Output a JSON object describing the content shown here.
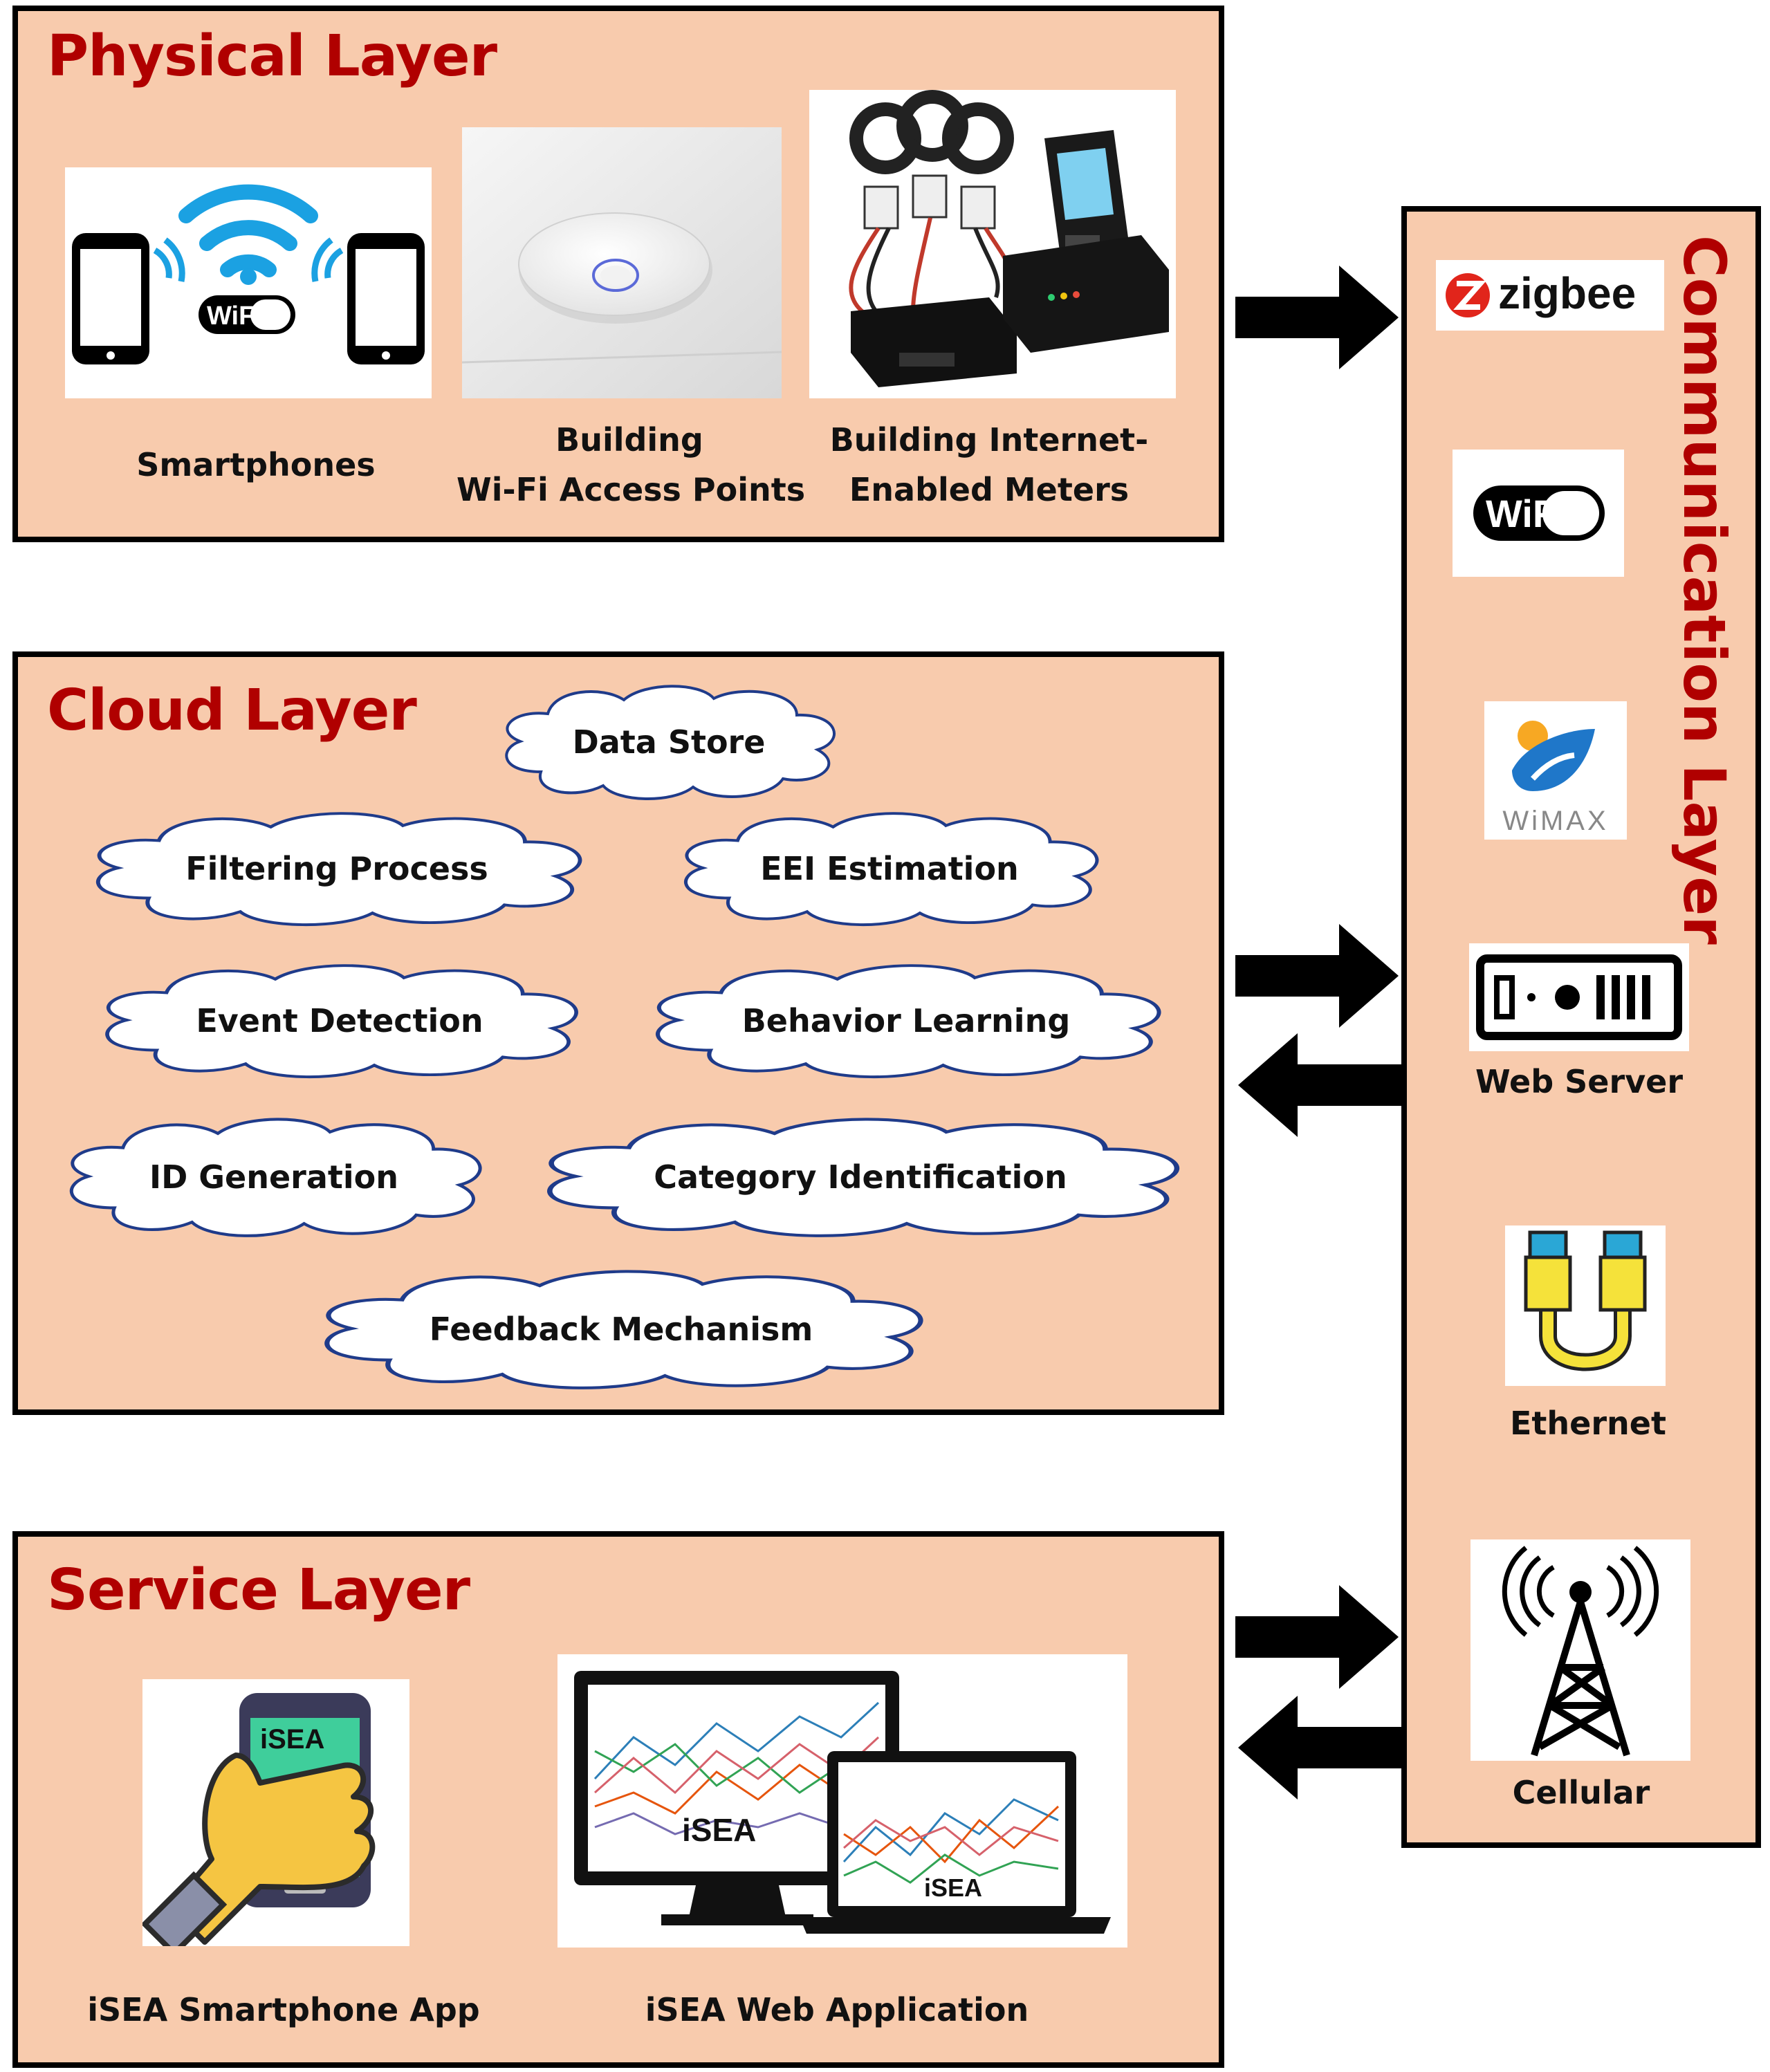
{
  "physical_layer": {
    "title": "Physical Layer",
    "items": [
      {
        "label_lines": [
          "Smartphones"
        ],
        "icon": "smartphones-wifi-icon"
      },
      {
        "label_lines": [
          "Building",
          "Wi-Fi Access Points"
        ],
        "icon": "wifi-access-point-icon"
      },
      {
        "label_lines": [
          "Building Internet-",
          "Enabled Meters"
        ],
        "icon": "energy-meter-icon"
      }
    ],
    "wifi_logo": "WiFi"
  },
  "cloud_layer": {
    "title": "Cloud Layer",
    "processes": [
      "Data Store",
      "Filtering Process",
      "EEI Estimation",
      "Event Detection",
      "Behavior Learning",
      "ID Generation",
      "Category Identification",
      "Feedback Mechanism"
    ]
  },
  "service_layer": {
    "title": "Service Layer",
    "items": [
      {
        "label": "iSEA Smartphone App",
        "screen_text": "iSEA",
        "icon": "hand-phone-app-icon"
      },
      {
        "label": "iSEA Web Application",
        "screen_text_monitor": "iSEA",
        "screen_text_laptop": "iSEA",
        "icon": "monitor-laptop-icon"
      }
    ]
  },
  "communication_layer": {
    "title": "Communication Layer",
    "items": [
      {
        "logo_text": "zigbee",
        "label": "",
        "icon": "zigbee-logo"
      },
      {
        "logo_text": "WiFi",
        "label": "",
        "icon": "wifi-logo"
      },
      {
        "logo_text": "WiMAX",
        "label": "",
        "icon": "wimax-logo"
      },
      {
        "logo_text": "",
        "label": "Web Server",
        "icon": "web-server-icon"
      },
      {
        "logo_text": "",
        "label": "Ethernet",
        "icon": "ethernet-cable-icon"
      },
      {
        "logo_text": "",
        "label": "Cellular",
        "icon": "cell-tower-icon"
      }
    ]
  },
  "colors": {
    "layer_fill": "#f8cbad",
    "title_red": "#b00000",
    "border": "#000000",
    "wifi_blue": "#1ba1e2"
  }
}
